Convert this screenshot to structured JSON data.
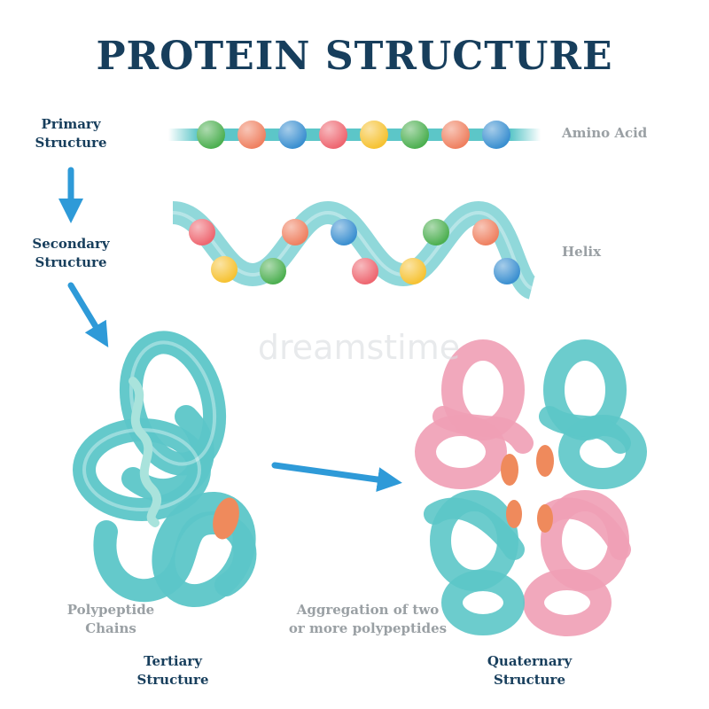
{
  "title": "PROTEIN STRUCTURE",
  "levels": {
    "primary": "Primary\nStructure",
    "secondary": "Secondary\nStructure",
    "tertiary": "Tertiary\nStructure",
    "quaternary": "Quaternary\nStructure"
  },
  "side_labels": {
    "amino_acid": "Amino Acid",
    "helix": "Helix"
  },
  "notes": {
    "polypeptide": "Polypeptide\nChains",
    "aggregation": "Aggregation of two\nor more polypeptides"
  },
  "watermark": "dreamstime",
  "colors": {
    "title": "#173e5c",
    "arrow": "#2e9ad8",
    "ribbon_teal": "#5cc6c8",
    "ribbon_pink": "#ef9fb5",
    "amino_acids": [
      "#4caf50",
      "#ef8060",
      "#3a8fd0",
      "#ee6670",
      "#f6c232",
      "#4caf50",
      "#ef8060",
      "#3a8fd0"
    ]
  }
}
